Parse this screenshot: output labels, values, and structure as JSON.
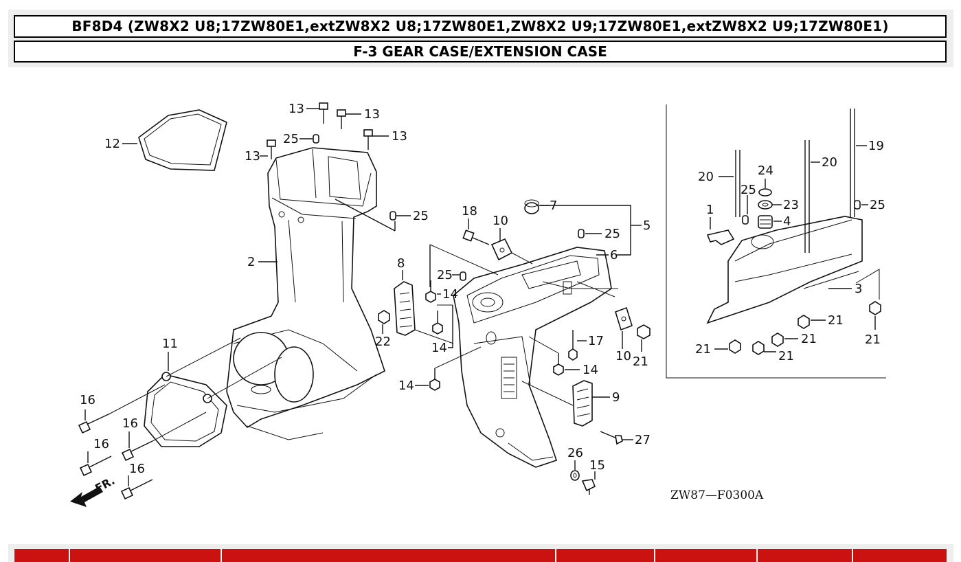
{
  "header": {
    "model_title": "BF8D4 (ZW8X2 U8;17ZW80E1,extZW8X2 U8;17ZW80E1,ZW8X2 U9;17ZW80E1,extZW8X2 U9;17ZW80E1)",
    "section_title": "F-3 GEAR CASE/EXTENSION CASE"
  },
  "diagram": {
    "drawing_code": "ZW87—F0300A",
    "direction_label": "FR.",
    "callouts": {
      "c1": "1",
      "c2": "2",
      "c3": "3",
      "c4": "4",
      "c5": "5",
      "c6": "6",
      "c7": "7",
      "c8": "8",
      "c9": "9",
      "c10a": "10",
      "c10b": "10",
      "c11": "11",
      "c12": "12",
      "c13a": "13",
      "c13b": "13",
      "c13c": "13",
      "c13d": "13",
      "c14a": "14",
      "c14b": "14",
      "c14c": "14",
      "c14d": "14",
      "c15": "15",
      "c16a": "16",
      "c16b": "16",
      "c16c": "16",
      "c16d": "16",
      "c17": "17",
      "c18": "18",
      "c19": "19",
      "c20a": "20",
      "c20b": "20",
      "c21a": "21",
      "c21b": "21",
      "c21c": "21",
      "c21d": "21",
      "c21e": "21",
      "c21f": "21",
      "c22": "22",
      "c23": "23",
      "c24": "24",
      "c25a": "25",
      "c25b": "25",
      "c25c": "25",
      "c25d": "25",
      "c25e": "25",
      "c25f": "25",
      "c26": "26",
      "c27": "27"
    }
  },
  "footer": {
    "tab_color": "#cc1111",
    "tab_count": 7
  }
}
